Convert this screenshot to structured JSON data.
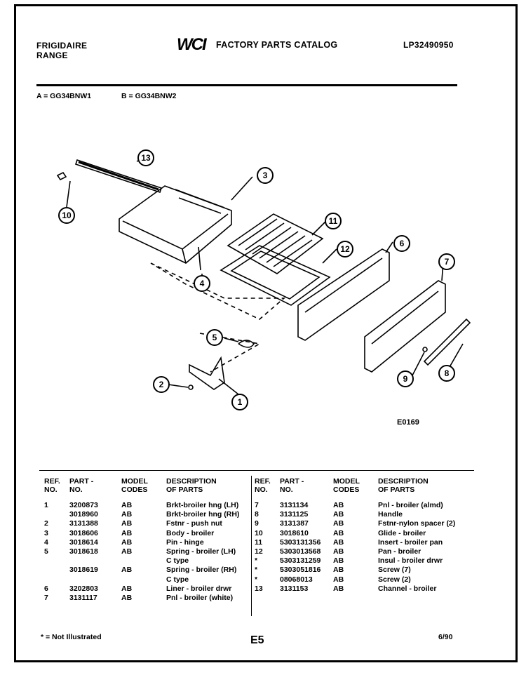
{
  "header": {
    "brand_line1": "FRIGIDAIRE",
    "brand_line2": "RANGE",
    "logo": "WCI",
    "catalog_title": "FACTORY PARTS CATALOG",
    "catalog_number": "LP32490950"
  },
  "models": {
    "a": "A = GG34BNW1",
    "b": "B = GG34BNW2"
  },
  "diagram": {
    "code": "E0169",
    "callouts": [
      "13",
      "10",
      "3",
      "4",
      "11",
      "12",
      "6",
      "7",
      "5",
      "2",
      "1",
      "9",
      "8"
    ]
  },
  "table": {
    "headers": {
      "ref": [
        "REF.",
        "NO."
      ],
      "part": [
        "PART -",
        "NO."
      ],
      "model": [
        "MODEL",
        "CODES"
      ],
      "desc": [
        "DESCRIPTION",
        "OF PARTS"
      ]
    },
    "left_rows": [
      {
        "ref": "1",
        "part": "3200873",
        "model": "AB",
        "desc": "Brkt-broiler hng (LH)"
      },
      {
        "ref": "",
        "part": "3018960",
        "model": "AB",
        "desc": "Brkt-broiler hng (RH)"
      },
      {
        "ref": "2",
        "part": "3131388",
        "model": "AB",
        "desc": "Fstnr - push nut"
      },
      {
        "ref": "3",
        "part": "3018606",
        "model": "AB",
        "desc": "Body - broiler"
      },
      {
        "ref": "4",
        "part": "3018614",
        "model": "AB",
        "desc": "Pin - hinge"
      },
      {
        "ref": "5",
        "part": "3018618",
        "model": "AB",
        "desc": "Spring - broiler (LH)"
      },
      {
        "ref": "",
        "part": "",
        "model": "",
        "desc": "C type"
      },
      {
        "ref": "",
        "part": "3018619",
        "model": "AB",
        "desc": "Spring - broiler (RH)"
      },
      {
        "ref": "",
        "part": "",
        "model": "",
        "desc": "C type"
      },
      {
        "ref": "6",
        "part": "3202803",
        "model": "AB",
        "desc": "Liner - broiler drwr"
      },
      {
        "ref": "7",
        "part": "3131117",
        "model": "AB",
        "desc": "Pnl - broiler (white)"
      }
    ],
    "right_rows": [
      {
        "ref": "7",
        "part": "3131134",
        "model": "AB",
        "desc": "Pnl - broiler (almd)"
      },
      {
        "ref": "8",
        "part": "3131125",
        "model": "AB",
        "desc": "Handle"
      },
      {
        "ref": "9",
        "part": "3131387",
        "model": "AB",
        "desc": "Fstnr-nylon spacer (2)"
      },
      {
        "ref": "10",
        "part": "3018610",
        "model": "AB",
        "desc": "Glide - broiler"
      },
      {
        "ref": "11",
        "part": "5303131356",
        "model": "AB",
        "desc": "Insert - broiler pan"
      },
      {
        "ref": "12",
        "part": "5303013568",
        "model": "AB",
        "desc": "Pan - broiler"
      },
      {
        "ref": "*",
        "part": "5303131259",
        "model": "AB",
        "desc": "Insul - broiler drwr"
      },
      {
        "ref": "*",
        "part": "5303051816",
        "model": "AB",
        "desc": "Screw (7)"
      },
      {
        "ref": "*",
        "part": "08068013",
        "model": "AB",
        "desc": "Screw (2)"
      },
      {
        "ref": "13",
        "part": "3131153",
        "model": "AB",
        "desc": "Channel - broiler"
      }
    ]
  },
  "footer": {
    "note": "* = Not Illustrated",
    "page": "E5",
    "date": "6/90"
  }
}
